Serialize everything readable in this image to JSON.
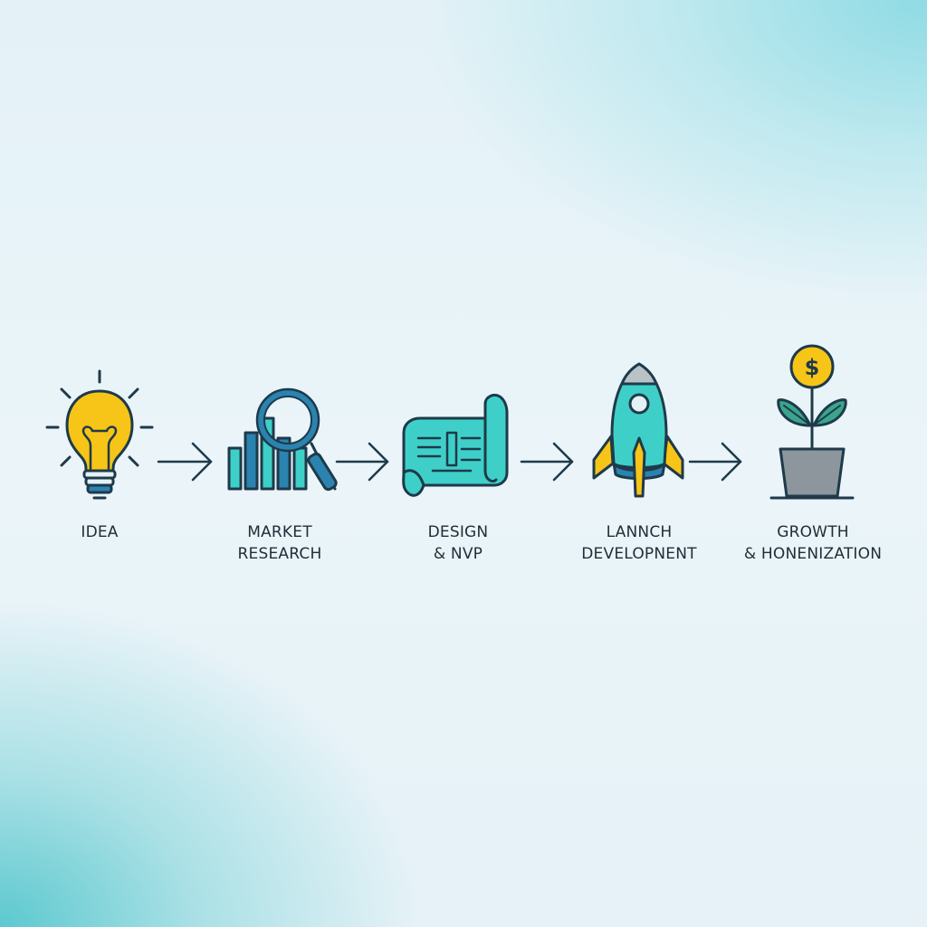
{
  "steps": [
    {
      "id": "idea",
      "line1": "IDEA",
      "line2": "",
      "icon": "lightbulb-icon"
    },
    {
      "id": "market-research",
      "line1": "MARKET",
      "line2": "RESEARCH",
      "icon": "bar-chart-magnifier-icon"
    },
    {
      "id": "design-mvp",
      "line1": "DESIGN",
      "line2": "& NVP",
      "icon": "blueprint-scroll-icon"
    },
    {
      "id": "launch-development",
      "line1": "LANNCH",
      "line2": "DEVELOPNENT",
      "icon": "rocket-icon"
    },
    {
      "id": "growth-monetization",
      "line1": "GROWTH",
      "line2": "& HONENIZATION",
      "icon": "money-plant-icon"
    }
  ],
  "arrows": 4,
  "coin_symbol": "$",
  "colors": {
    "outline": "#1e3a4a",
    "yellow": "#f7c517",
    "teal": "#3ed0c8",
    "blue": "#2b83b0",
    "leaf": "#3aa58c",
    "pot": "#8c969c",
    "text": "#1f2d36"
  }
}
